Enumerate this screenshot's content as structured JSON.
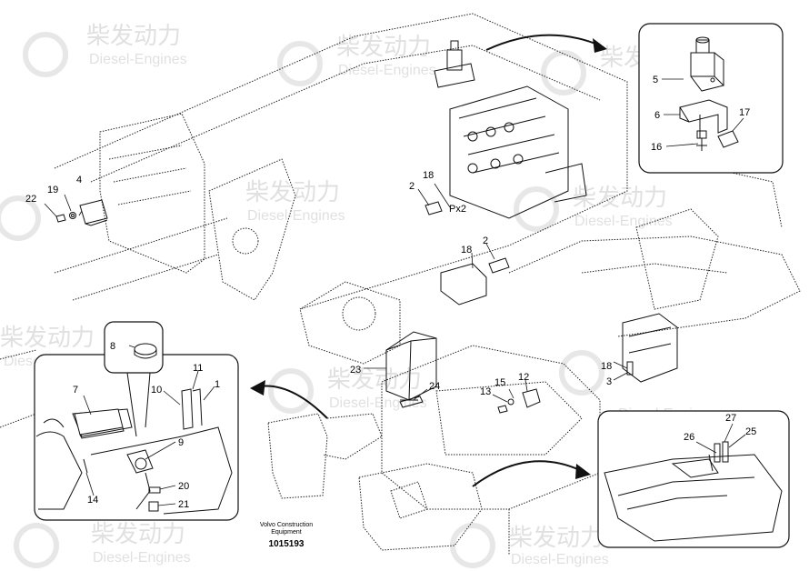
{
  "watermark": {
    "brand_cn": "柴发动力",
    "brand_en": "Diesel-Engines"
  },
  "diagram": {
    "caption_line1": "Volvo Construction",
    "caption_line2": "Equipment",
    "part_code": "1015193",
    "callouts": {
      "c1": "1",
      "c2a": "2",
      "c2b": "2",
      "c3": "3",
      "c4": "4",
      "c5": "5",
      "c6": "6",
      "c7": "7",
      "c8": "8",
      "c9": "9",
      "c10": "10",
      "c11": "11",
      "c12": "12",
      "c13": "13",
      "c14": "14",
      "c15": "15",
      "c16": "16",
      "c17": "17",
      "c18a": "18",
      "c18b": "18",
      "c18c": "18",
      "c19": "19",
      "c20": "20",
      "c21": "21",
      "c22": "22",
      "c23": "23",
      "c24": "24",
      "c25": "25",
      "c26": "26",
      "c27": "27",
      "px2": "Px2"
    }
  }
}
